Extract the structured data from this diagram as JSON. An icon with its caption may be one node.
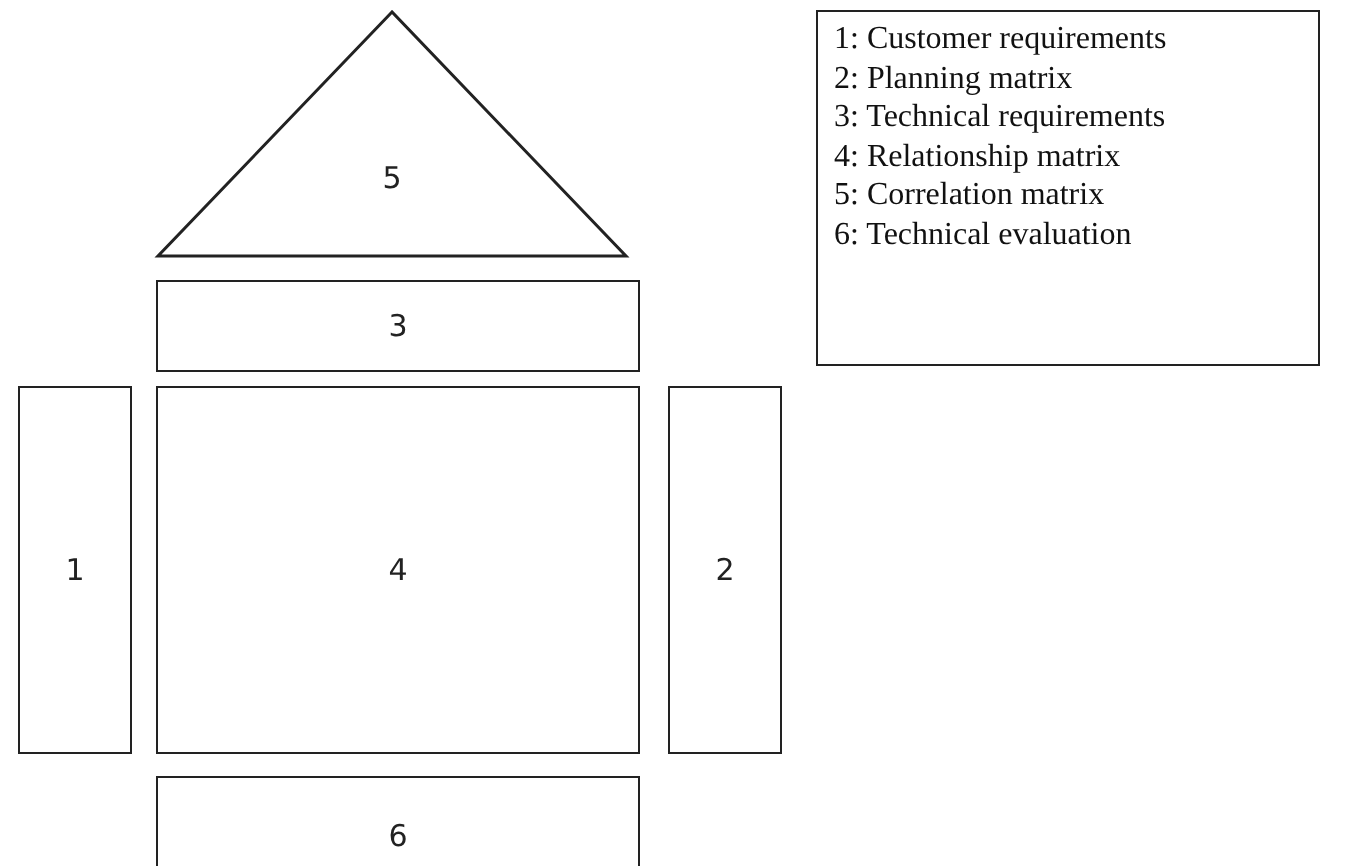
{
  "diagram": {
    "nodes": [
      {
        "text": [
          "5"
        ]
      },
      {
        "text": [
          "3"
        ]
      },
      {
        "text": [
          "1"
        ]
      },
      {
        "text": [
          "4"
        ]
      },
      {
        "text": [
          "2"
        ]
      },
      {
        "text": [
          "6"
        ]
      },
      {
        "text": [
          "1: Customer requirements",
          "2: Planning matrix",
          "3: Technical requirements",
          "4: Relationship matrix",
          "5: Correlation matrix",
          "6: Technical evaluation"
        ]
      }
    ]
  }
}
